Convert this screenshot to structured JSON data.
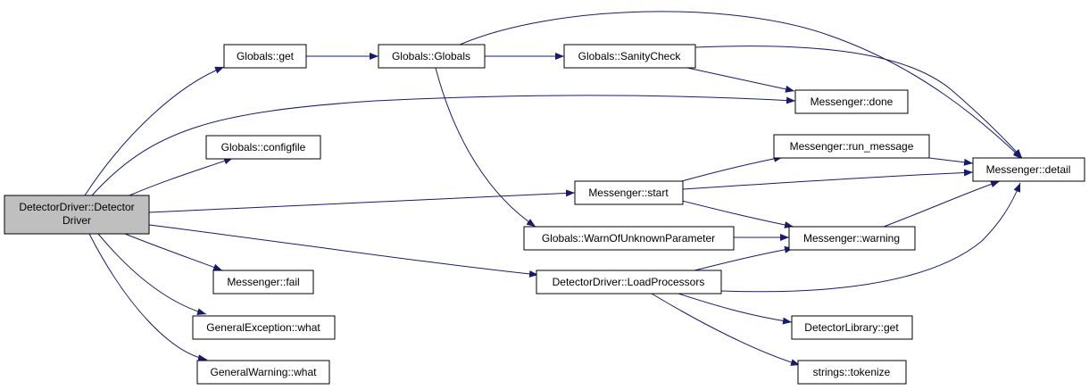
{
  "colors": {
    "edge": "#191970",
    "root_fill": "#bfbfbf",
    "node_fill": "#ffffff",
    "border": "#000000"
  },
  "nodes": {
    "root": [
      "DetectorDriver::Detector",
      "Driver"
    ],
    "globals_get": "Globals::get",
    "globals_globals": "Globals::Globals",
    "globals_sanity": "Globals::SanityCheck",
    "messenger_done": "Messenger::done",
    "globals_configfile": "Globals::configfile",
    "messenger_run_message": "Messenger::run_message",
    "messenger_detail": "Messenger::detail",
    "messenger_start": "Messenger::start",
    "globals_warn": "Globals::WarnOfUnknownParameter",
    "messenger_warning": "Messenger::warning",
    "messenger_fail": "Messenger::fail",
    "loadprocessors": "DetectorDriver::LoadProcessors",
    "generalexception_what": "GeneralException::what",
    "detectorlibrary_get": "DetectorLibrary::get",
    "generalwarning_what": "GeneralWarning::what",
    "strings_tokenize": "strings::tokenize"
  }
}
